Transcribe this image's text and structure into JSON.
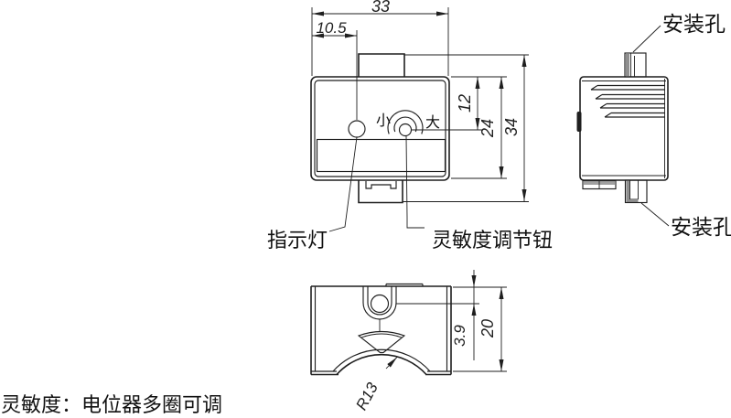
{
  "front_view": {
    "dim_width": "33",
    "dim_led_x": "10.5",
    "dim_knob_y": "12",
    "dim_body_h": "24",
    "dim_total_h": "34",
    "knob_min": "小",
    "knob_max": "大",
    "led_label": "指示灯",
    "knob_label": "灵敏度调节钮"
  },
  "side_view": {
    "top_hole_label": "安装孔",
    "bottom_hole_label": "安装孔"
  },
  "bottom_view": {
    "dim_hole_y": "3.9",
    "dim_depth": "20",
    "arc_radius": "R13"
  },
  "note": {
    "sensitivity": "灵敏度：电位器多圈可调"
  },
  "colors": {
    "line": "#1f1f1f",
    "background": "#ffffff",
    "shade": "#8f8f8f"
  }
}
